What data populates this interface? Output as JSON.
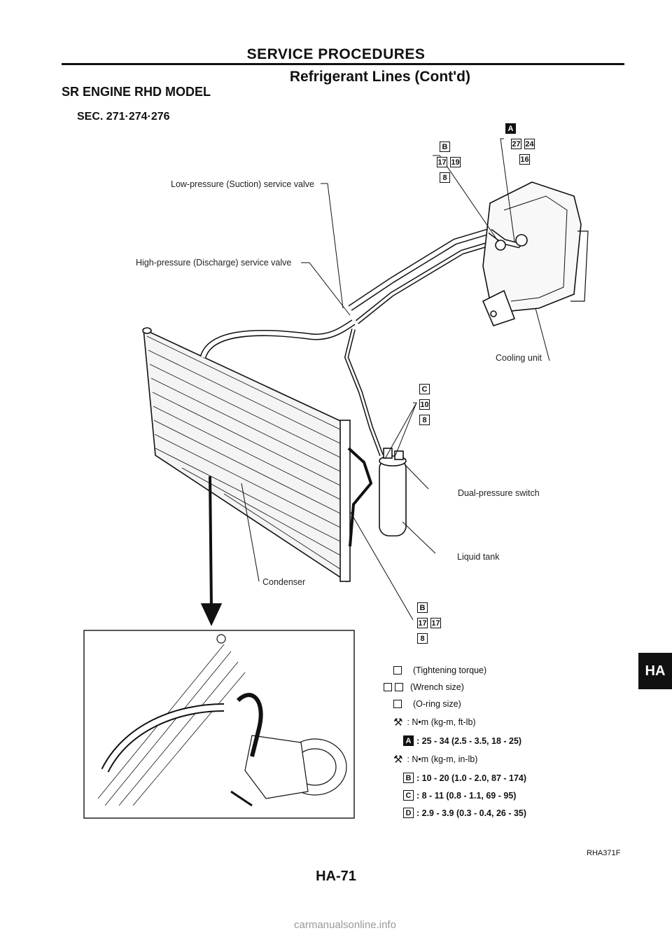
{
  "header": {
    "title": "SERVICE PROCEDURES",
    "subtitle": "Refrigerant Lines (Cont'd)"
  },
  "model": "SR ENGINE RHD MODEL",
  "section": "SEC. 271·274·276",
  "labels": {
    "low_pressure": "Low-pressure (Suction) service valve",
    "high_pressure": "High-pressure (Discharge) service valve",
    "cooling_unit": "Cooling unit",
    "dual_pressure": "Dual-pressure switch",
    "liquid_tank": "Liquid tank",
    "condenser": "Condenser"
  },
  "callouts": {
    "top_left": {
      "letter": "B",
      "nums": [
        "17",
        "19"
      ],
      "size": "8"
    },
    "top_right": {
      "letter": "A",
      "nums": [
        "27",
        "24"
      ],
      "size": "16"
    },
    "middle": {
      "letter": "C",
      "nums": [
        "10"
      ],
      "size": "8"
    },
    "bottom": {
      "letter": "B",
      "nums": [
        "17",
        "17"
      ],
      "size": "8"
    }
  },
  "legend": {
    "tightening": "(Tightening torque)",
    "wrench": "(Wrench size)",
    "oring": "(O-ring size)",
    "unit_nm": ": N•m (kg-m, ft-lb)",
    "a_val": ": 25 - 34 (2.5 - 3.5, 18 - 25)",
    "unit_nm_in": ": N•m (kg-m, in-lb)",
    "b_val": ": 10 - 20 (1.0 - 2.0, 87 - 174)",
    "c_val": ": 8 - 11 (0.8 - 1.1, 69 - 95)",
    "d_val": ": 2.9 - 3.9 (0.3 - 0.4, 26 - 35)",
    "letters": {
      "a": "A",
      "b": "B",
      "c": "C",
      "d": "D"
    }
  },
  "tab": "HA",
  "page_number": "HA-71",
  "ref_code": "RHA371F",
  "watermark": "carmanualsonline.info"
}
